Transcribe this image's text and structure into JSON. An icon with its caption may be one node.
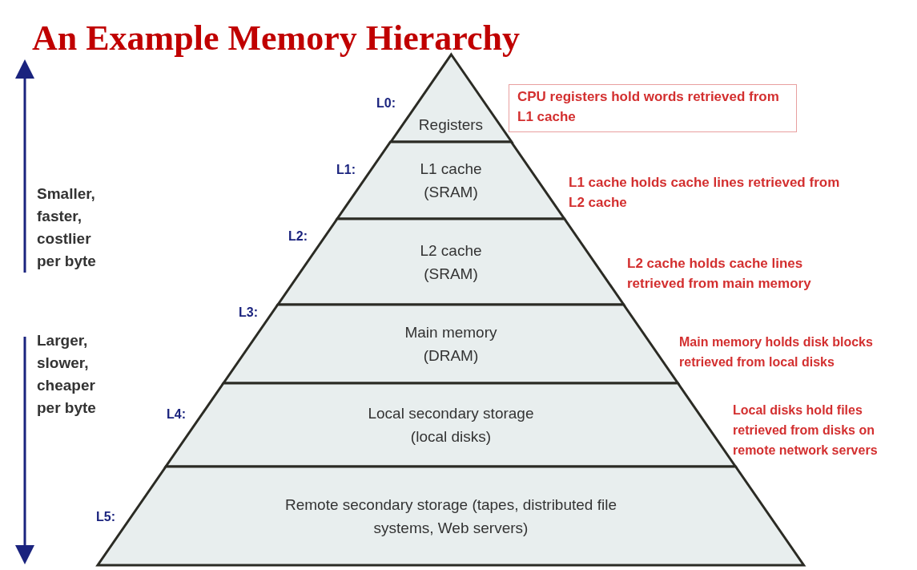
{
  "diagram": {
    "title": "An Example Memory Hierarchy",
    "nodes": [
      {
        "text": [
          "Registers"
        ],
        "beside": [
          "L0:",
          "CPU registers hold words retrieved from L1 cache"
        ]
      },
      {
        "text": [
          "L1 cache (SRAM)"
        ],
        "beside": [
          "L1:",
          "L1 cache holds cache lines retrieved from L2 cache"
        ]
      },
      {
        "text": [
          "L2 cache (SRAM)"
        ],
        "beside": [
          "L2:",
          "L2 cache holds cache lines retrieved from main memory"
        ]
      },
      {
        "text": [
          "Main memory (DRAM)"
        ],
        "beside": [
          "L3:",
          "Main memory holds disk blocks retrieved from local disks"
        ]
      },
      {
        "text": [
          "Local secondary storage (local disks)"
        ],
        "beside": [
          "L4:",
          "Local disks hold files retrieved from disks on remote network servers"
        ]
      },
      {
        "text": [
          "Remote secondary storage (tapes, distributed file systems, Web servers)"
        ],
        "beside": [
          "L5:"
        ]
      }
    ],
    "edges": [],
    "labels": [
      "Smaller, faster, costlier per byte",
      "Larger, slower, cheaper per byte"
    ]
  }
}
